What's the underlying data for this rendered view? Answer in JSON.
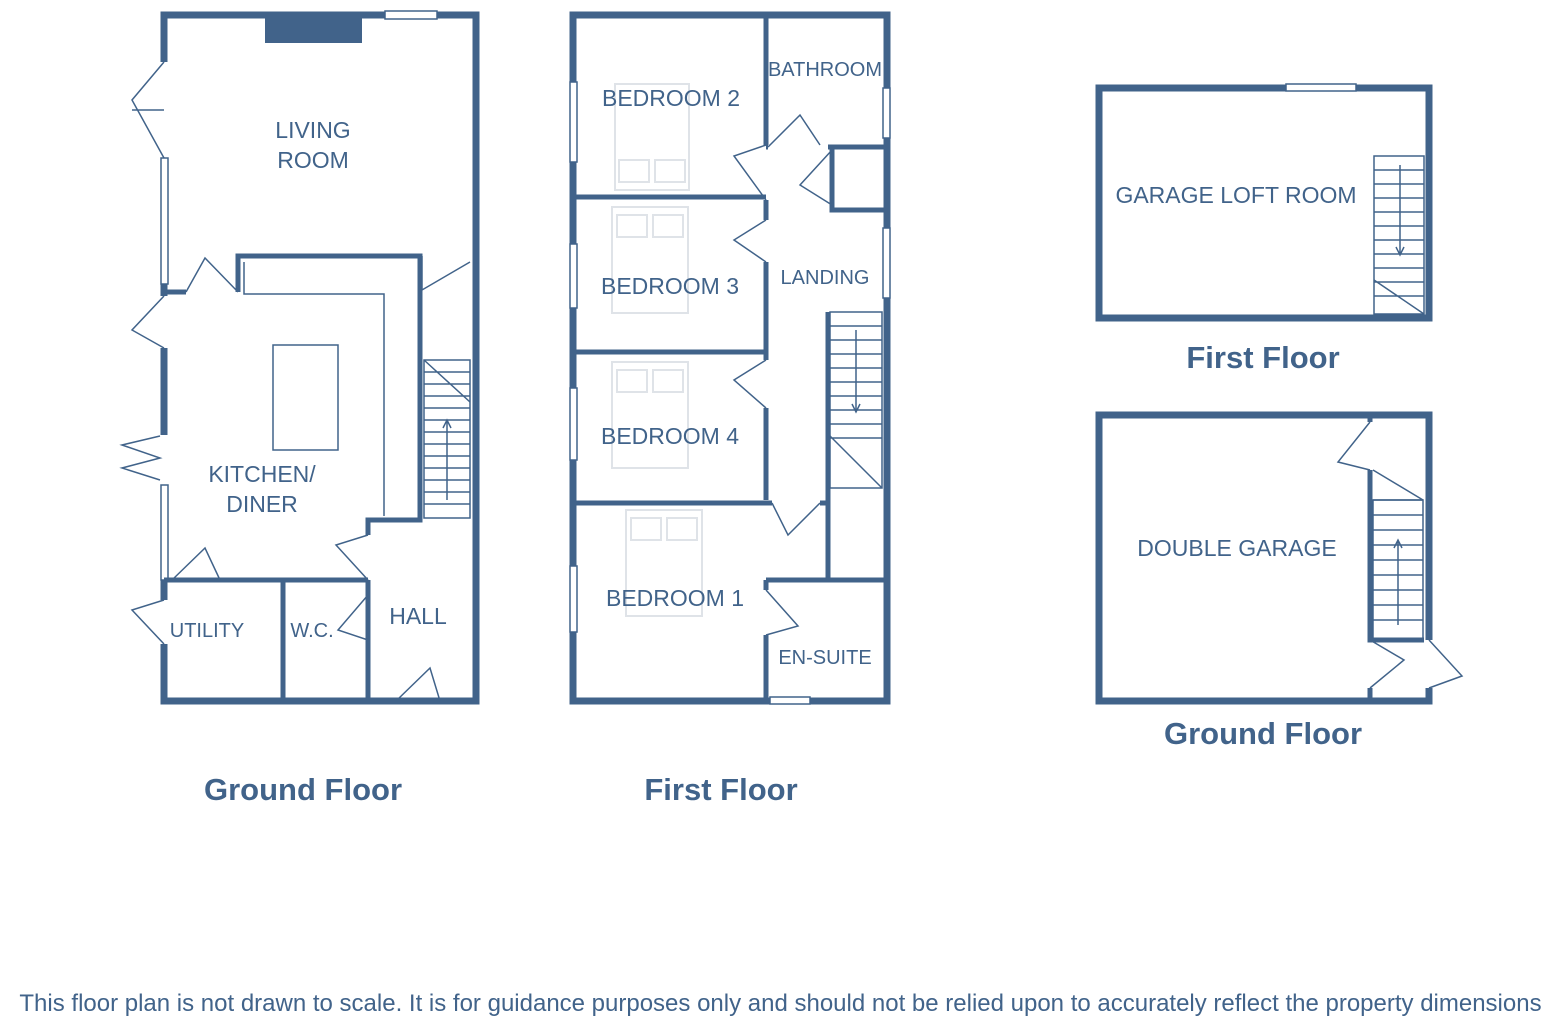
{
  "plans": {
    "house_ground": {
      "title": "Ground Floor",
      "rooms": {
        "living": [
          "LIVING",
          "ROOM"
        ],
        "kitchen": [
          "KITCHEN/",
          "DINER"
        ],
        "utility": "UTILITY",
        "wc": "W.C.",
        "hall": "HALL"
      }
    },
    "house_first": {
      "title": "First Floor",
      "rooms": {
        "bedroom2": "BEDROOM 2",
        "bathroom": "BATHROOM",
        "bedroom3": "BEDROOM 3",
        "landing": "LANDING",
        "bedroom4": "BEDROOM 4",
        "bedroom1": "BEDROOM 1",
        "ensuite": "EN-SUITE"
      }
    },
    "garage_first": {
      "title": "First Floor",
      "rooms": {
        "loft": "GARAGE LOFT ROOM"
      }
    },
    "garage_ground": {
      "title": "Ground Floor",
      "rooms": {
        "garage": "DOUBLE GARAGE"
      }
    }
  },
  "disclaimer": "This floor plan is not drawn to scale. It is for guidance purposes only and should not be relied upon to accurately reflect the property dimensions",
  "colors": {
    "wall": "#41638a"
  }
}
